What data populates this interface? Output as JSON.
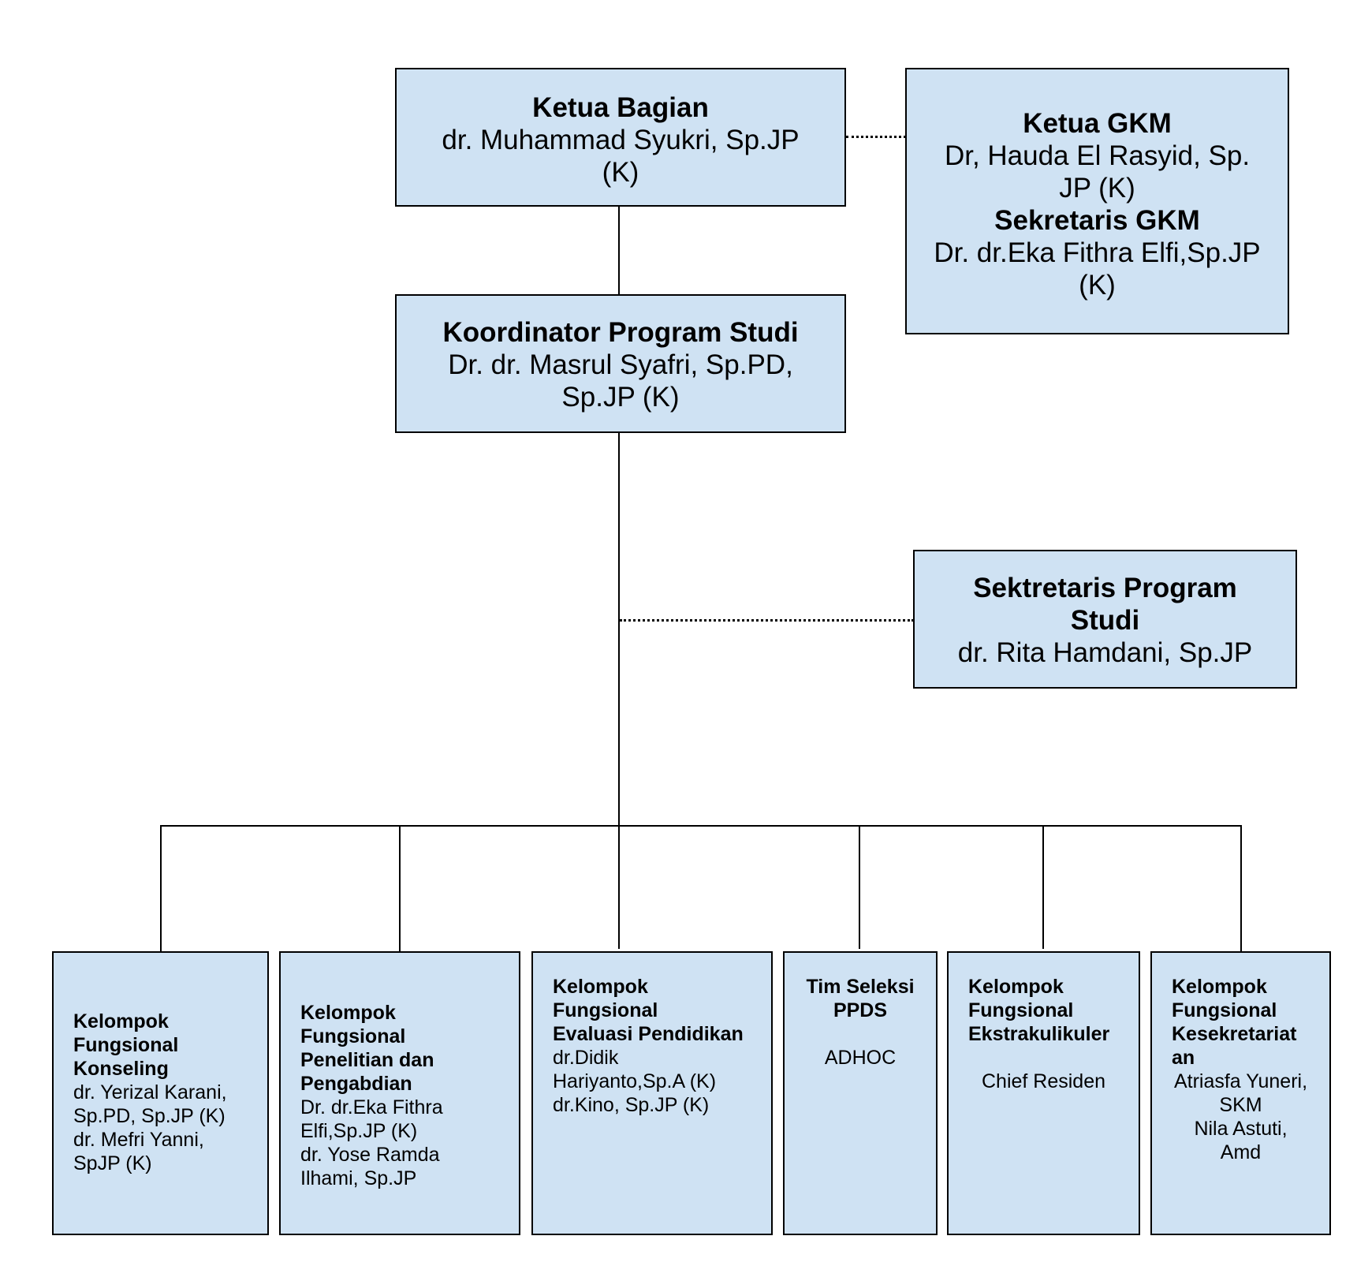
{
  "ketua_bagian": {
    "title": "Ketua Bagian",
    "name": "dr. Muhammad Syukri, Sp.JP (K)"
  },
  "gkm": {
    "ketua_title": "Ketua GKM",
    "ketua_name": "Dr, Hauda El Rasyid, Sp. JP (K)",
    "sekretaris_title": "Sekretaris GKM",
    "sekretaris_name": "Dr. dr.Eka Fithra Elfi,Sp.JP (K)"
  },
  "koordinator": {
    "title": "Koordinator Program Studi",
    "name": "Dr. dr. Masrul Syafri, Sp.PD, Sp.JP (K)"
  },
  "sekretaris_prodi": {
    "title": "Sektretaris Program Studi",
    "name": "dr. Rita Hamdani, Sp.JP"
  },
  "groups": [
    {
      "title": [
        "Kelompok",
        "Fungsional",
        "Konseling"
      ],
      "lines": [
        "dr. Yerizal Karani,",
        "Sp.PD, Sp.JP (K)",
        "dr. Mefri Yanni,",
        "SpJP (K)"
      ]
    },
    {
      "title": [
        "Kelompok",
        "Fungsional",
        "Penelitian dan",
        "Pengabdian"
      ],
      "lines": [
        "Dr. dr.Eka Fithra",
        "Elfi,Sp.JP (K)",
        "dr. Yose Ramda",
        "Ilhami, Sp.JP"
      ]
    },
    {
      "title": [
        "Kelompok",
        "Fungsional",
        "Evaluasi Pendidikan"
      ],
      "lines": [
        "dr.Didik",
        "Hariyanto,Sp.A (K)",
        "dr.Kino, Sp.JP (K)"
      ]
    },
    {
      "title": [
        "Tim Seleksi",
        "PPDS"
      ],
      "lines": [
        "ADHOC"
      ]
    },
    {
      "title": [
        "Kelompok",
        "Fungsional",
        "Ekstrakulikuler"
      ],
      "lines": [
        "Chief Residen"
      ]
    },
    {
      "title": [
        "Kelompok",
        "Fungsional",
        "Kesekretariat",
        "an"
      ],
      "lines": [
        "Atriasfa Yuneri,",
        "SKM",
        "Nila Astuti,",
        "Amd"
      ]
    }
  ]
}
